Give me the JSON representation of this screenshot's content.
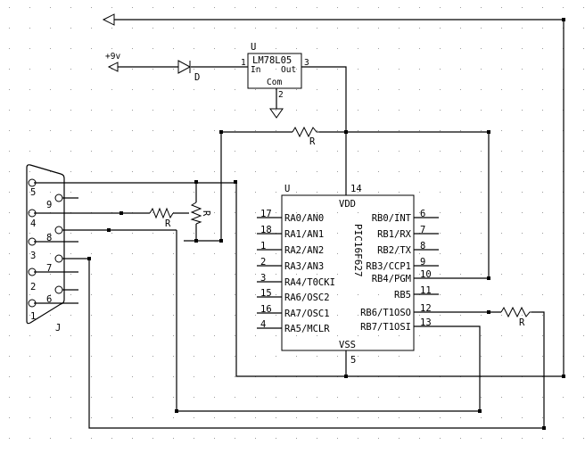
{
  "colors": {
    "ink": "#000000",
    "background": "#ffffff",
    "grid": "#9a9a9a"
  },
  "supply": {
    "label": "+9v"
  },
  "diode": {
    "label": "D"
  },
  "regulator": {
    "ref": "U",
    "part": "LM78L05",
    "pin_in": "In",
    "pin_out": "Out",
    "pin_com": "Com",
    "pin1": "1",
    "pin2": "2",
    "pin3": "3"
  },
  "resistors": {
    "top": "R",
    "left": "R",
    "vertical": "R",
    "right": "R"
  },
  "mcu": {
    "ref": "U",
    "part": "PIC16F627",
    "vdd": "VDD",
    "vdd_pin": "14",
    "vss": "VSS",
    "vss_pin": "5",
    "left_pins": [
      {
        "num": "17",
        "name": "RA0/AN0"
      },
      {
        "num": "18",
        "name": "RA1/AN1"
      },
      {
        "num": "1",
        "name": "RA2/AN2"
      },
      {
        "num": "2",
        "name": "RA3/AN3"
      },
      {
        "num": "3",
        "name": "RA4/T0CKI"
      },
      {
        "num": "15",
        "name": "RA6/OSC2"
      },
      {
        "num": "16",
        "name": "RA7/OSC1"
      },
      {
        "num": "4",
        "name": "RA5/MCLR"
      }
    ],
    "right_pins": [
      {
        "num": "6",
        "name": "RB0/INT"
      },
      {
        "num": "7",
        "name": "RB1/RX"
      },
      {
        "num": "8",
        "name": "RB2/TX"
      },
      {
        "num": "9",
        "name": "RB3/CCP1"
      },
      {
        "num": "10",
        "name": "RB4/PGM"
      },
      {
        "num": "11",
        "name": "RB5"
      },
      {
        "num": "12",
        "name": "RB6/T1OSO"
      },
      {
        "num": "13",
        "name": "RB7/T1OSI"
      }
    ]
  },
  "connector": {
    "ref": "J",
    "pins": [
      "5",
      "9",
      "4",
      "8",
      "3",
      "7",
      "2",
      "6",
      "1"
    ]
  }
}
